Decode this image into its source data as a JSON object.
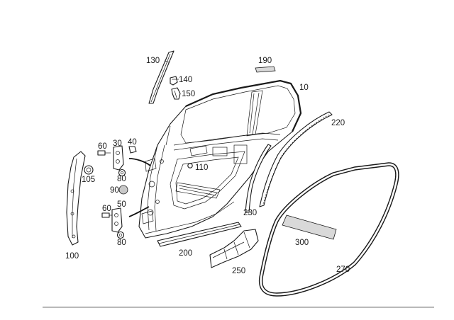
{
  "callouts": {
    "c10": "10",
    "c30": "30",
    "c40": "40",
    "c50": "50",
    "c60a": "60",
    "c60b": "60",
    "c80a": "80",
    "c80b": "80",
    "c90": "90",
    "c100": "100",
    "c105": "105",
    "c110": "110",
    "c130": "130",
    "c140": "140",
    "c150": "150",
    "c190": "190",
    "c200": "200",
    "c220": "220",
    "c230": "230",
    "c250": "250",
    "c270": "270",
    "c300": "300"
  }
}
